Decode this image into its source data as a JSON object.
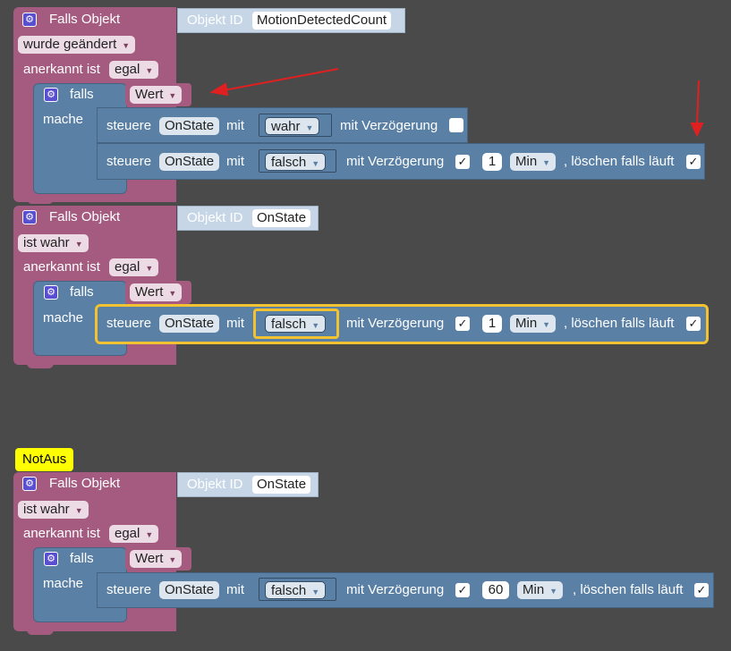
{
  "blocks": [
    {
      "header_label": "Falls Objekt",
      "object_id_label": "Objekt ID",
      "object_id_value": "MotionDetectedCount",
      "trigger": "wurde geändert",
      "ack_label": "anerkannt ist",
      "ack_value": "egal",
      "if_label": "falls",
      "if_value": "Wert",
      "do_label": "mache",
      "actions": [
        {
          "steuere": "steuere",
          "state": "OnState",
          "mit": "mit",
          "value": "wahr",
          "delay_label": "mit Verzögerung",
          "delay_checked": false
        },
        {
          "steuere": "steuere",
          "state": "OnState",
          "mit": "mit",
          "value": "falsch",
          "delay_label": "mit Verzögerung",
          "delay_checked": true,
          "delay_value": "1",
          "unit": "Min",
          "clear_label": ", löschen falls läuft",
          "clear_checked": true
        }
      ]
    },
    {
      "header_label": "Falls Objekt",
      "object_id_label": "Objekt ID",
      "object_id_value": "OnState",
      "trigger": "ist wahr",
      "ack_label": "anerkannt ist",
      "ack_value": "egal",
      "if_label": "falls",
      "if_value": "Wert",
      "do_label": "mache",
      "actions": [
        {
          "steuere": "steuere",
          "state": "OnState",
          "mit": "mit",
          "value": "falsch",
          "delay_label": "mit Verzögerung",
          "delay_checked": true,
          "delay_value": "1",
          "unit": "Min",
          "clear_label": ", löschen falls läuft",
          "clear_checked": true
        }
      ]
    },
    {
      "comment": "NotAus",
      "header_label": "Falls Objekt",
      "object_id_label": "Objekt ID",
      "object_id_value": "OnState",
      "trigger": "ist wahr",
      "ack_label": "anerkannt ist",
      "ack_value": "egal",
      "if_label": "falls",
      "if_value": "Wert",
      "do_label": "mache",
      "actions": [
        {
          "steuere": "steuere",
          "state": "OnState",
          "mit": "mit",
          "value": "falsch",
          "delay_label": "mit Verzögerung",
          "delay_checked": true,
          "delay_value": "60",
          "unit": "Min",
          "clear_label": ", löschen falls läuft",
          "clear_checked": true
        }
      ]
    }
  ],
  "icons": {
    "gear": "gear-icon",
    "check": "✓",
    "dropdown": "▼"
  },
  "colors": {
    "event_block": "#a55b80",
    "logic_block": "#5b80a5",
    "selection": "#f2c230",
    "comment": "#ffff00",
    "red_arrow": "#e02020"
  }
}
